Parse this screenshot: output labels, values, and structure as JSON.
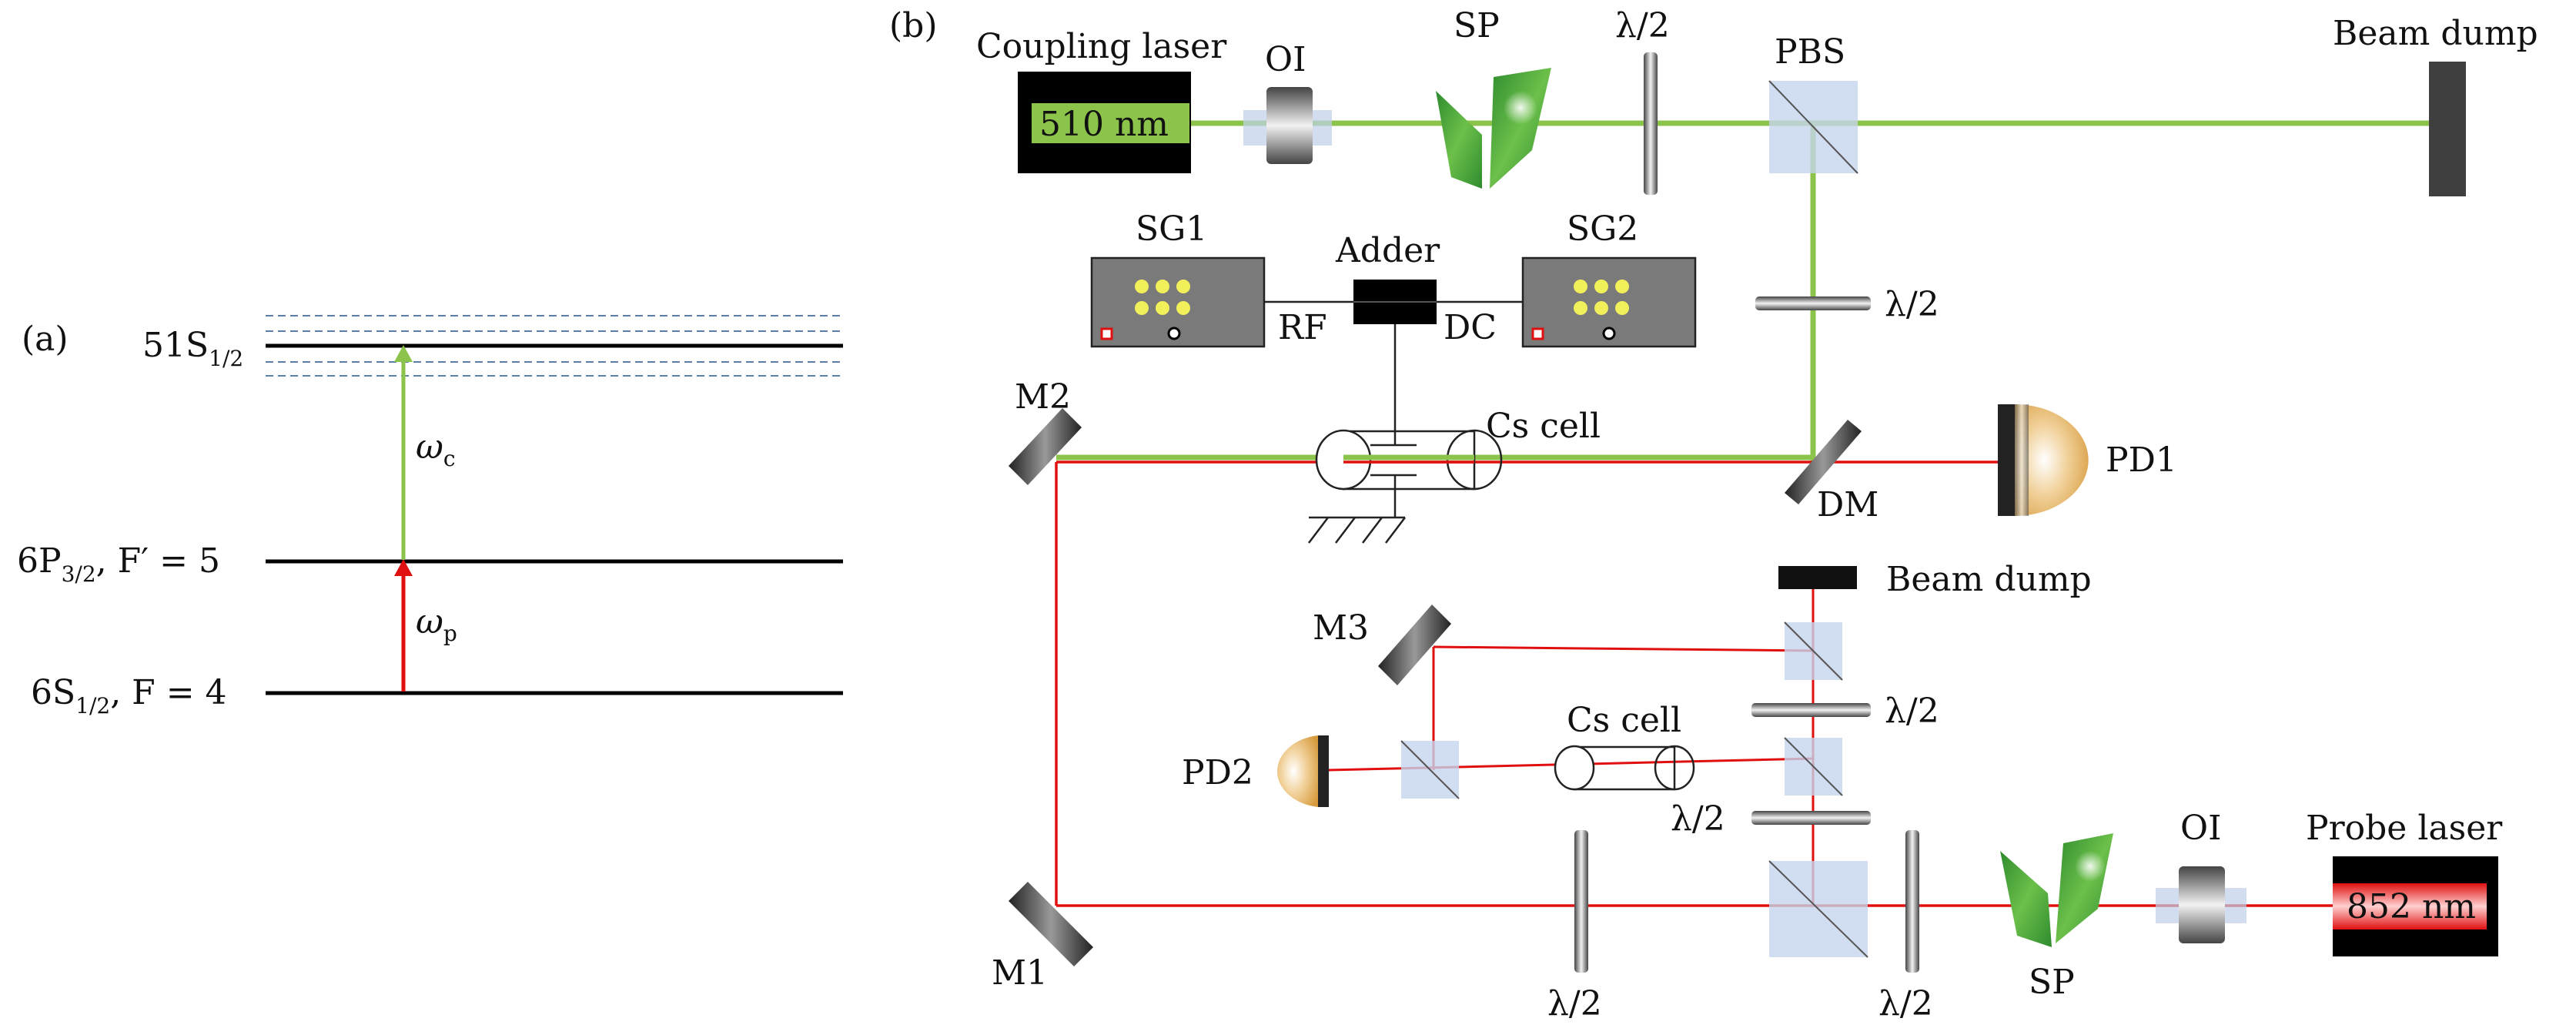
{
  "panel_a": {
    "tag": "(a)",
    "levels": {
      "rydberg": {
        "main": "51S",
        "sub": "1/2"
      },
      "excited": {
        "main": "6P",
        "sub": "3/2",
        "suffix": ", F′ = 5"
      },
      "ground": {
        "main": "6S",
        "sub": "1/2",
        "suffix": ", F = 4"
      }
    },
    "transitions": {
      "coupling": {
        "symbol": "ω",
        "sub": "c",
        "color": "#8cc34a"
      },
      "probe": {
        "symbol": "ω",
        "sub": "p",
        "color": "#e01010"
      }
    }
  },
  "panel_b": {
    "tag": "(b)",
    "coupling_laser": {
      "title": "Coupling laser",
      "wavelength": "510 nm",
      "beam_color": "#8cc34a"
    },
    "probe_laser": {
      "title": "Probe laser",
      "wavelength": "852 nm",
      "beam_color": "#e01010"
    },
    "labels": {
      "oi_top": "OI",
      "sp_top": "SP",
      "half_wave": "λ/2",
      "pbs": "PBS",
      "beam_dump_top": "Beam dump",
      "beam_dump_mid": "Beam dump",
      "sg1": "SG1",
      "sg2": "SG2",
      "adder": "Adder",
      "rf": "RF",
      "dc": "DC",
      "cs_cell_main": "Cs cell",
      "cs_cell_ref": "Cs cell",
      "pd1": "PD1",
      "pd2": "PD2",
      "dm": "DM",
      "m1": "M1",
      "m2": "M2",
      "m3": "M3",
      "oi_bottom": "OI",
      "sp_bottom": "SP"
    }
  }
}
